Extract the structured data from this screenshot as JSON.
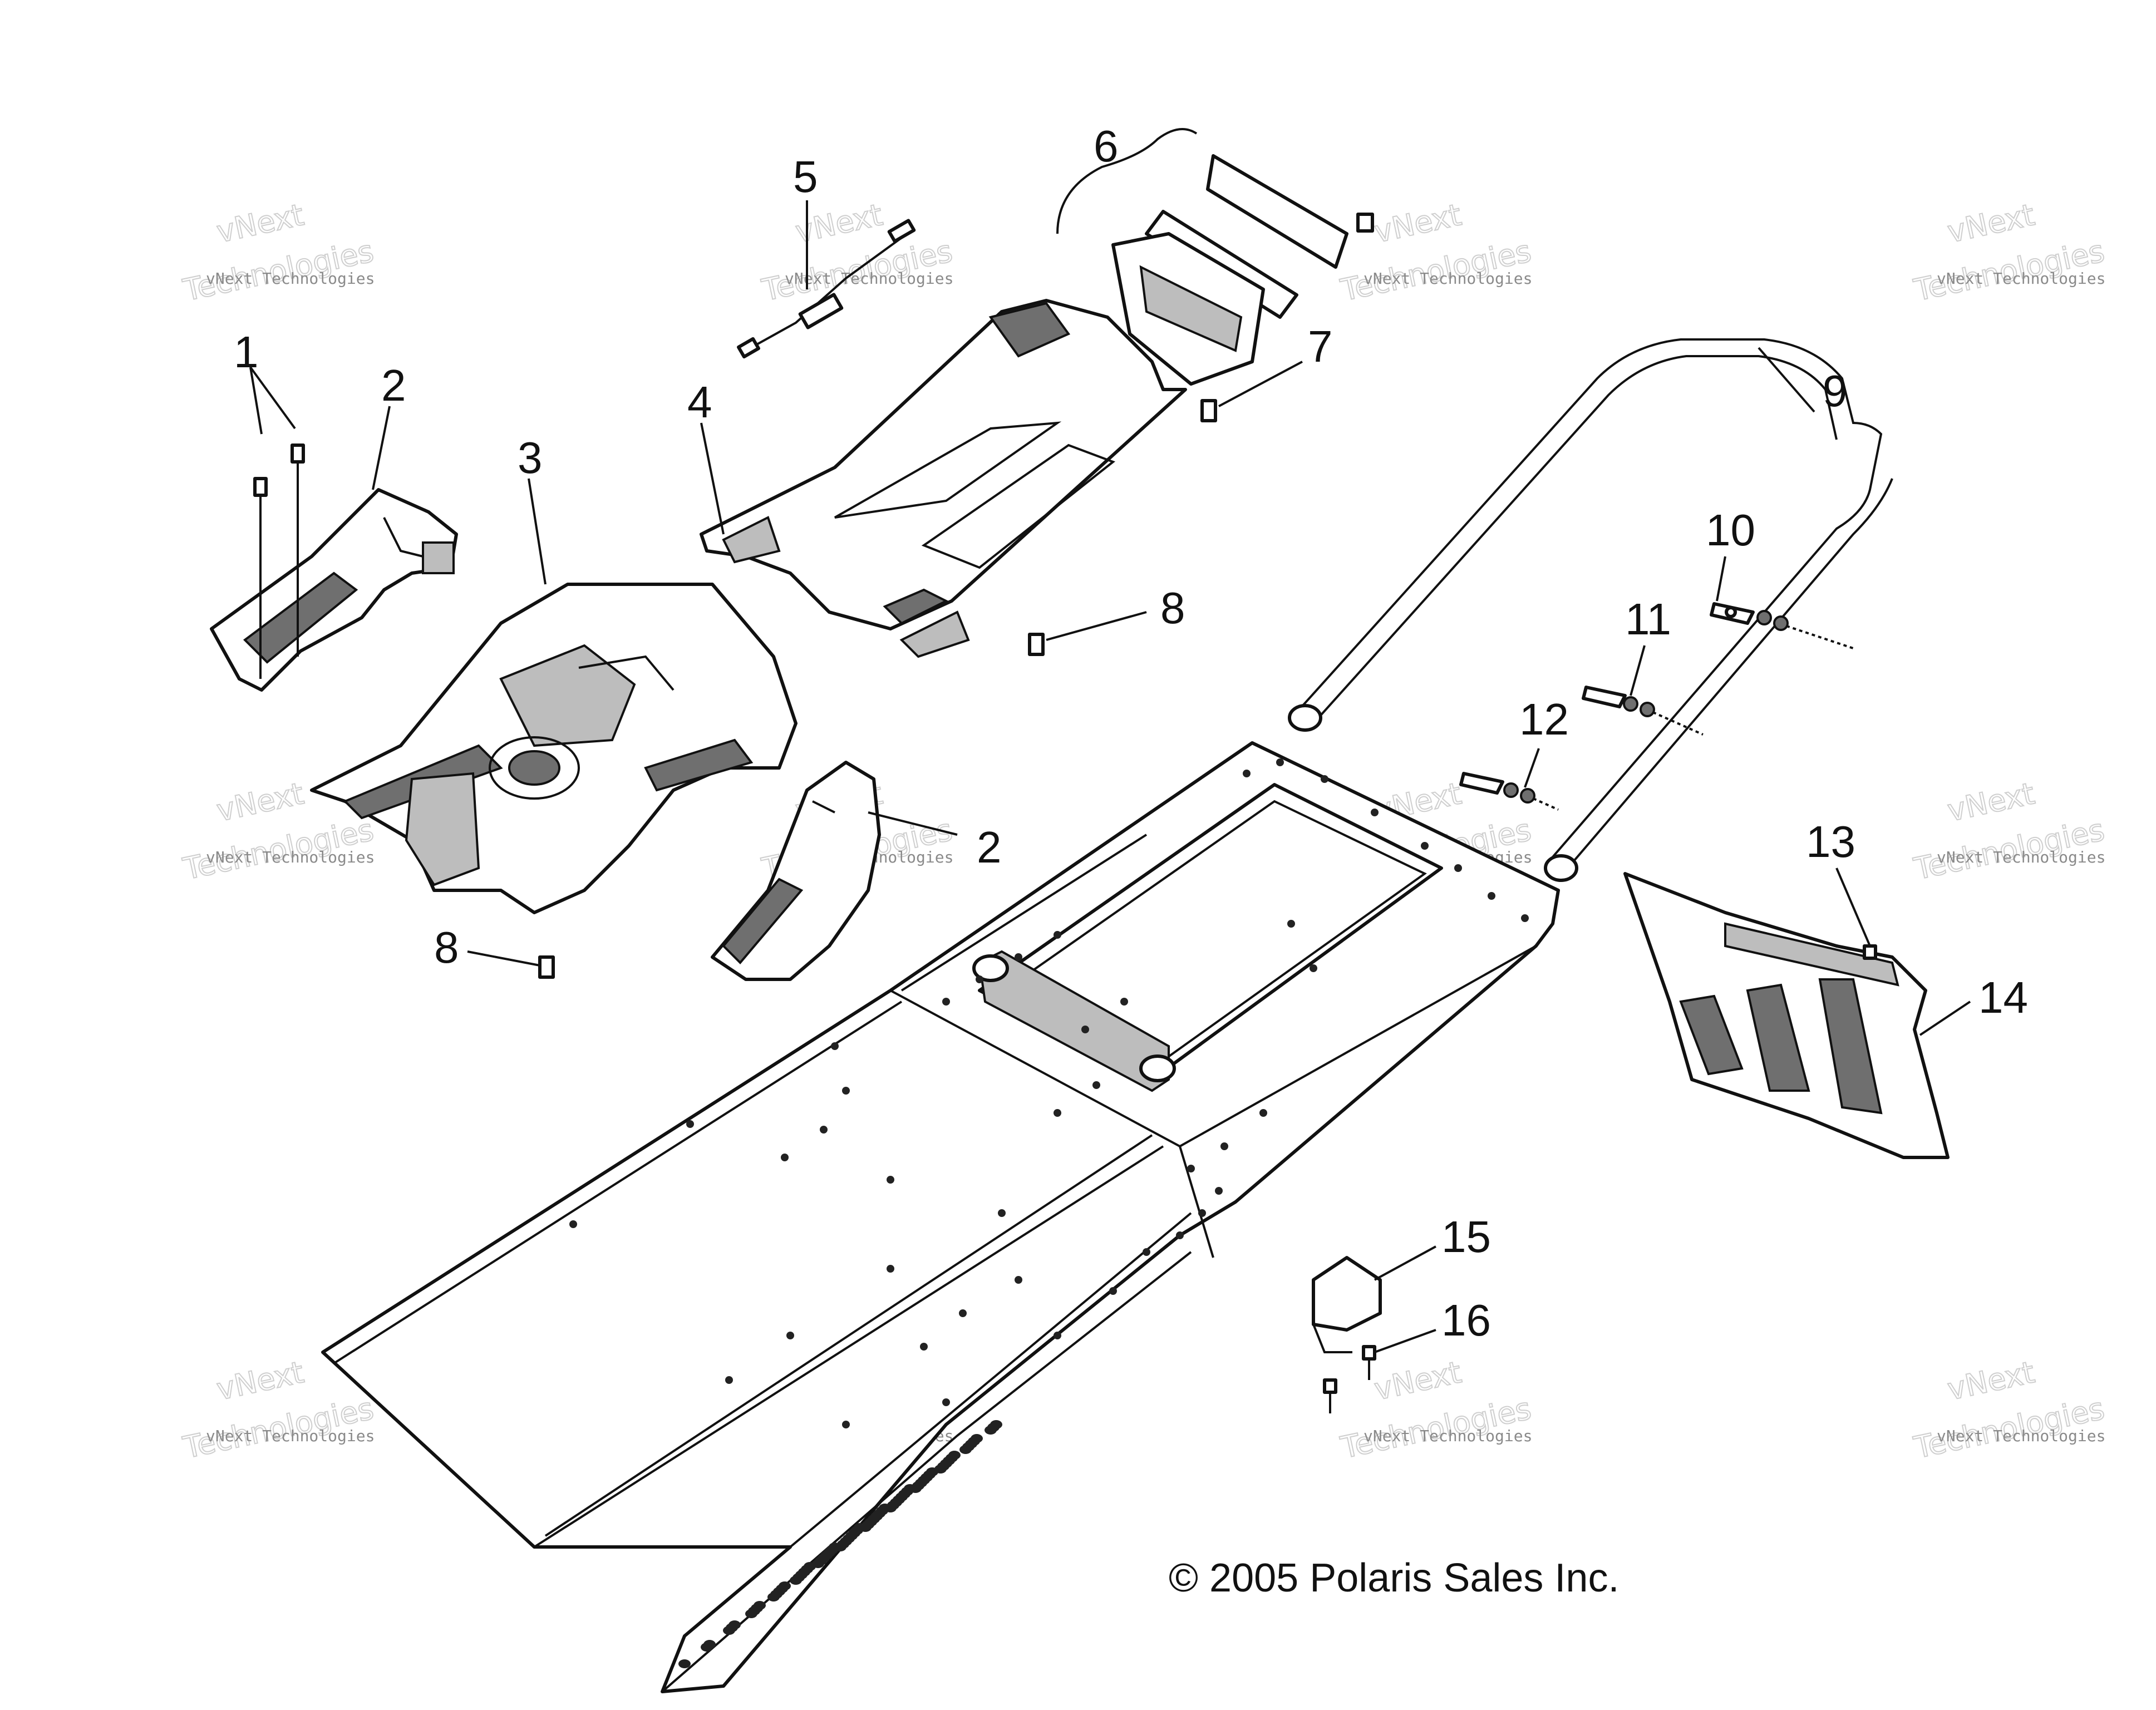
{
  "callouts": [
    {
      "id": "1",
      "text": "1"
    },
    {
      "id": "2a",
      "text": "2"
    },
    {
      "id": "2b",
      "text": "2"
    },
    {
      "id": "3",
      "text": "3"
    },
    {
      "id": "4",
      "text": "4"
    },
    {
      "id": "5",
      "text": "5"
    },
    {
      "id": "6",
      "text": "6"
    },
    {
      "id": "7",
      "text": "7"
    },
    {
      "id": "8a",
      "text": "8"
    },
    {
      "id": "8b",
      "text": "8"
    },
    {
      "id": "9",
      "text": "9"
    },
    {
      "id": "10",
      "text": "10"
    },
    {
      "id": "11",
      "text": "11"
    },
    {
      "id": "12",
      "text": "12"
    },
    {
      "id": "13",
      "text": "13"
    },
    {
      "id": "14",
      "text": "14"
    },
    {
      "id": "15",
      "text": "15"
    },
    {
      "id": "16",
      "text": "16"
    }
  ],
  "copyright": "© 2005 Polaris Sales Inc.",
  "watermark": {
    "small": "vNext Technologies",
    "big_line1": "vNext",
    "big_line2": "Technologies"
  }
}
